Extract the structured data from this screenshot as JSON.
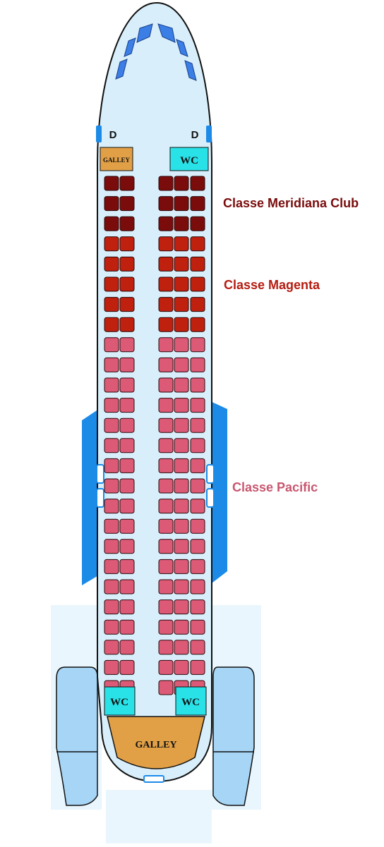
{
  "labels": {
    "door": "D",
    "wc": "WC",
    "galley_front": "GALLEY",
    "galley_rear": "GALLEY"
  },
  "classes": [
    {
      "key": "meridiana",
      "name": "Classe Meridiana Club",
      "label_color": "#7a0c0c",
      "seat_color": "#7a0c0c",
      "rows": 3,
      "seats_right": 3
    },
    {
      "key": "magenta",
      "name": "Classe Magenta",
      "label_color": "#b51d12",
      "seat_color": "#c0200e",
      "rows": 5,
      "seats_right": 3
    },
    {
      "key": "pacific",
      "name": "Classe Pacific",
      "label_color": "#c9566f",
      "seat_color": "#dd5a77",
      "rows": 18,
      "seats_right": 3
    }
  ],
  "colors": {
    "fuselage": "#d8effb",
    "wing": "#1c8be8",
    "engine": "#a6d5f5",
    "window": "#3b7ee6",
    "galley": "#e1a046",
    "wc": "#29e2e8",
    "door": "#1c8be8"
  }
}
